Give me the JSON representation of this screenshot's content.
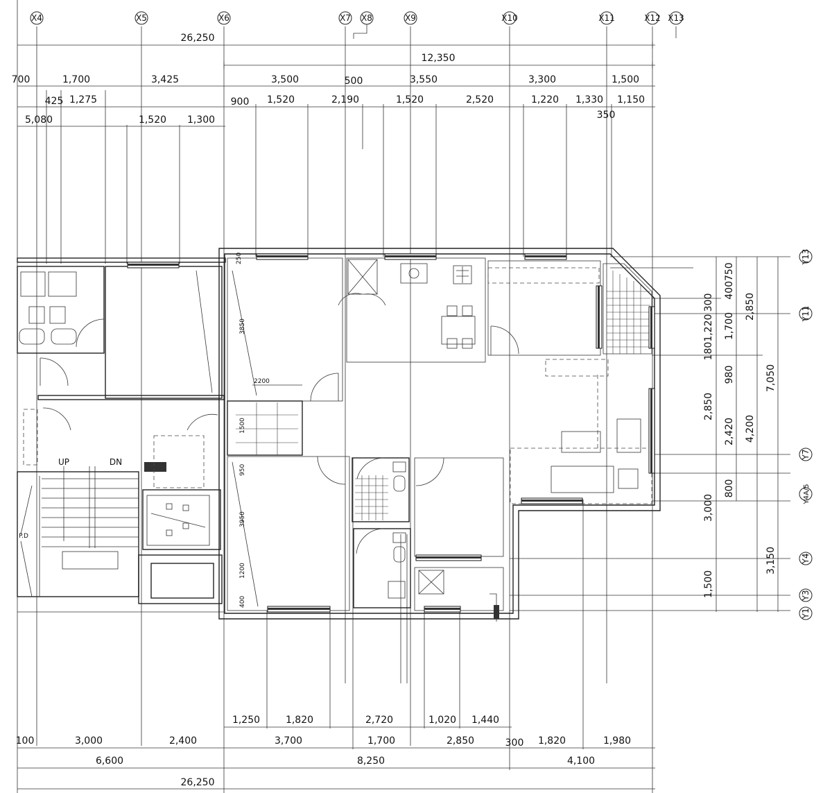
{
  "grid_top": [
    "X4",
    "X5",
    "X6",
    "X7",
    "X8",
    "X9",
    "X10",
    "X11",
    "X12",
    "X13"
  ],
  "grid_right": [
    "Y13",
    "Y11",
    "Y7",
    "Y4A/5",
    "Y4",
    "Y3",
    "Y1"
  ],
  "top_dims": {
    "row1": [
      "26,250"
    ],
    "row2": [
      "12,350"
    ],
    "row3": [
      "700",
      "1,700",
      "3,425",
      "3,500",
      "500",
      "3,550",
      "3,300",
      "1,500"
    ],
    "row4": [
      "425",
      "1,275",
      "900",
      "1,520",
      "2,190",
      "1,520",
      "2,520",
      "1,220",
      "1,330",
      "1,150"
    ],
    "row5": [
      "5,080",
      "1,520",
      "1,300",
      "350"
    ]
  },
  "bottom_dims": {
    "row1": [
      "1,250",
      "1,820",
      "2,720",
      "1,020",
      "1,440"
    ],
    "row2": [
      "100",
      "3,000",
      "2,400",
      "3,700",
      "1,700",
      "2,850",
      "300",
      "1,820",
      "1,980"
    ],
    "row3": [
      "6,600",
      "8,250",
      "4,100"
    ],
    "row4": [
      "26,250"
    ]
  },
  "right_dims": {
    "col1": [
      "300",
      "1801,220",
      "2,850",
      "3,000",
      "1,500"
    ],
    "col2": [
      "400750",
      "1,700",
      "980",
      "2,420",
      "800"
    ],
    "col3": [
      "2,850",
      "4,200",
      "3,150"
    ],
    "col4": [
      "7,050"
    ]
  },
  "room_labels": {
    "up": "UP",
    "dn": "DN",
    "pd": "P.D",
    "closet_2200": "2200",
    "dim_3850": "3850",
    "dim_250": "250",
    "dim_1500": "1500",
    "dim_950": "950",
    "dim_3950": "3950",
    "dim_1200": "1200",
    "dim_400": "400"
  }
}
